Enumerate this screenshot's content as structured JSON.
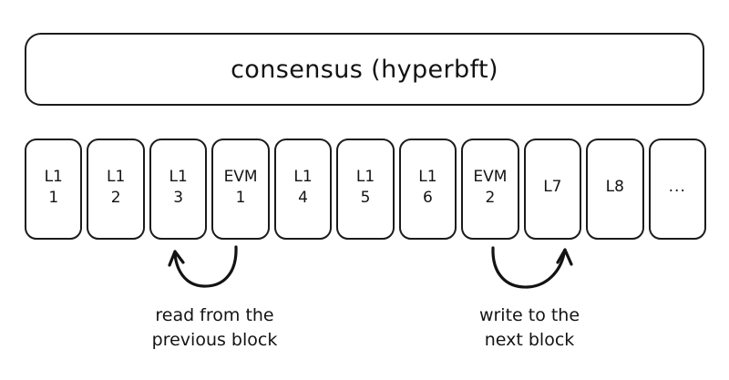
{
  "diagram": {
    "consensus": {
      "label": "consensus (hyperbft)"
    },
    "blocks": [
      {
        "name": "block-l1-1",
        "line1": "L1",
        "line2": "1"
      },
      {
        "name": "block-l1-2",
        "line1": "L1",
        "line2": "2"
      },
      {
        "name": "block-l1-3",
        "line1": "L1",
        "line2": "3"
      },
      {
        "name": "block-evm-1",
        "line1": "EVM",
        "line2": "1"
      },
      {
        "name": "block-l1-4",
        "line1": "L1",
        "line2": "4"
      },
      {
        "name": "block-l1-5",
        "line1": "L1",
        "line2": "5"
      },
      {
        "name": "block-l1-6",
        "line1": "L1",
        "line2": "6"
      },
      {
        "name": "block-evm-2",
        "line1": "EVM",
        "line2": "2"
      },
      {
        "name": "block-l7",
        "line1": "L7",
        "line2": ""
      },
      {
        "name": "block-l8",
        "line1": "L8",
        "line2": ""
      },
      {
        "name": "block-ellipsis",
        "line1": "...",
        "line2": ""
      }
    ],
    "annotations": {
      "read": {
        "line1": "read from the",
        "line2": "previous block"
      },
      "write": {
        "line1": "write to the",
        "line2": "next block"
      }
    },
    "colors": {
      "stroke": "#1b1b1b",
      "background": "#ffffff",
      "text": "#131313"
    }
  }
}
